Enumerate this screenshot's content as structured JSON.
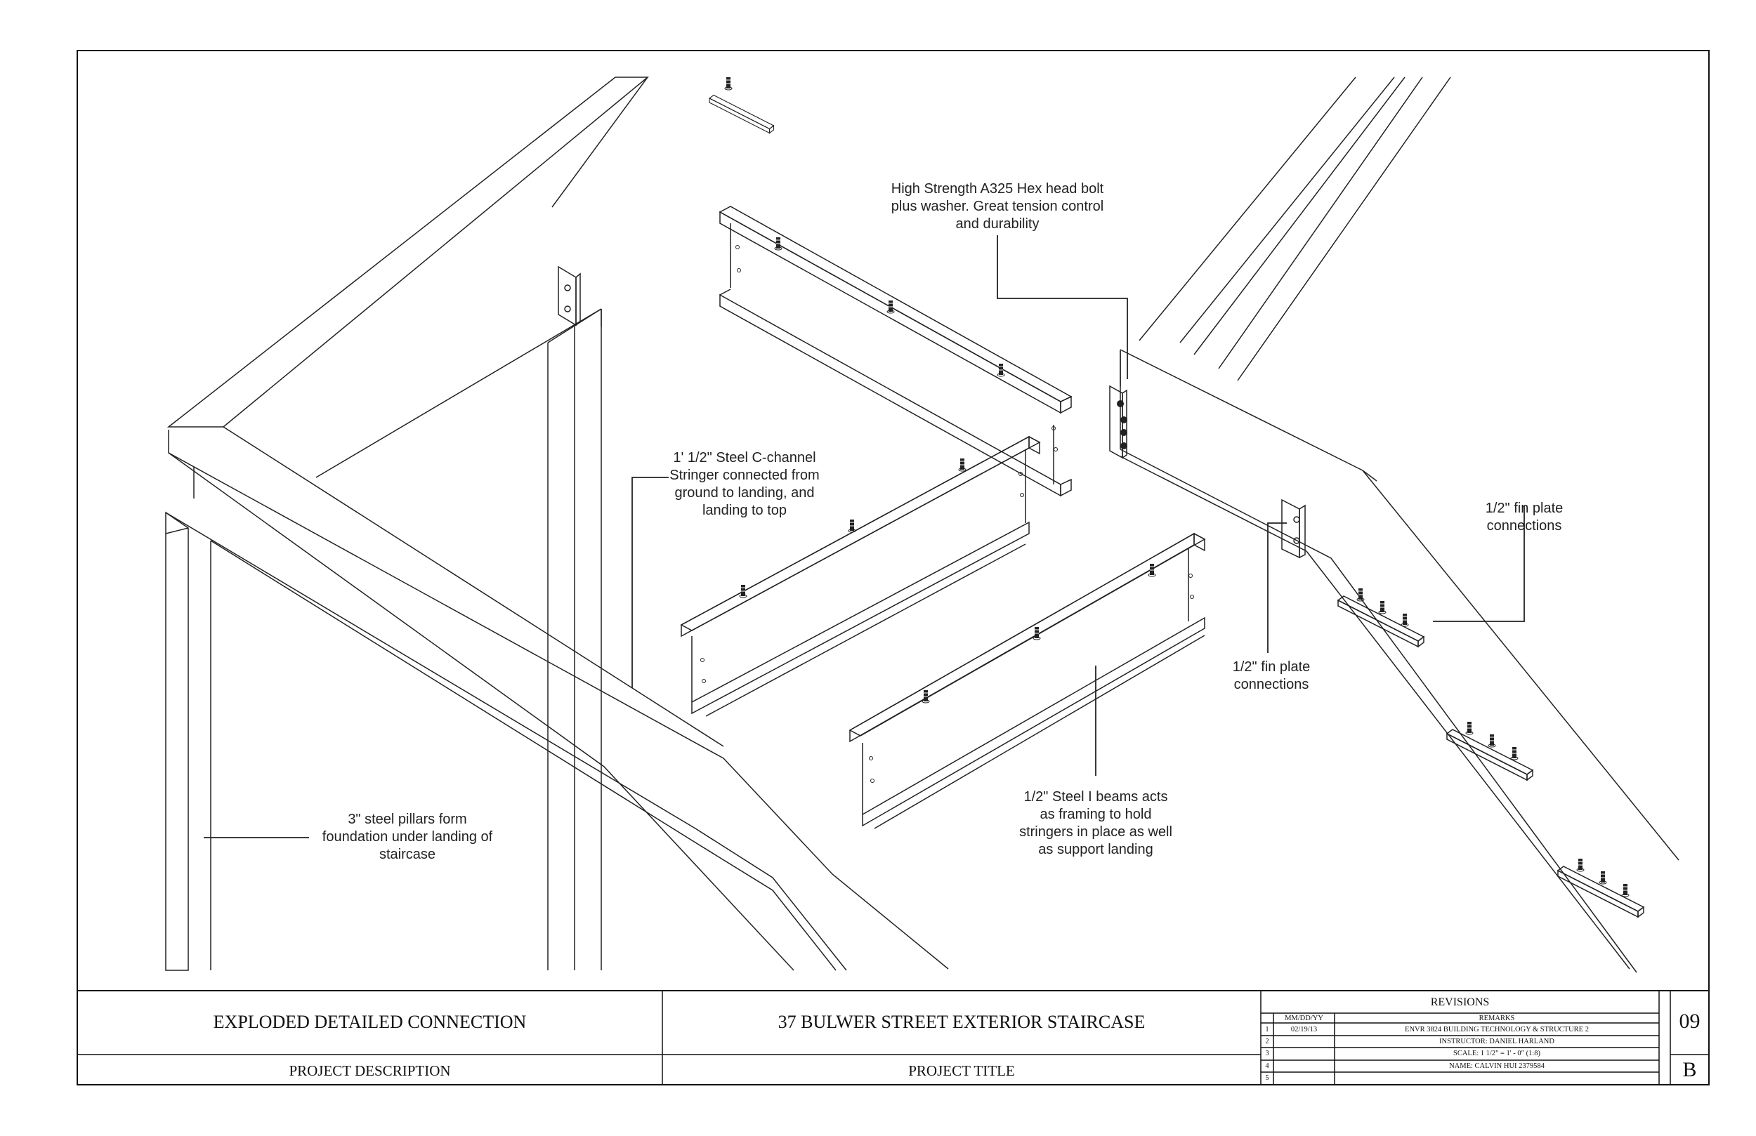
{
  "annotations": {
    "bolt": [
      "High Strength A325 Hex head bolt",
      "plus washer. Great tension control",
      "and durability"
    ],
    "stringer": [
      "1' 1/2\" Steel C-channel",
      "Stringer connected from",
      "ground to landing, and",
      "landing to top"
    ],
    "fin_plate_right": [
      "1/2\" fin plate",
      "connections"
    ],
    "fin_plate_center": [
      "1/2\" fin plate",
      "connections"
    ],
    "ibeam": [
      "1/2\" Steel I beams acts",
      "as framing to hold",
      "stringers in place as well",
      "as support landing"
    ],
    "pillars": [
      "3\" steel pillars form",
      "foundation under landing of",
      "staircase"
    ]
  },
  "title_block": {
    "project_description": "EXPLODED DETAILED CONNECTION",
    "project_description_label": "PROJECT DESCRIPTION",
    "project_title": "37 BULWER STREET EXTERIOR STAIRCASE",
    "project_title_label": "PROJECT TITLE",
    "revisions": {
      "heading": "REVISIONS",
      "col_date": "MM/DD/YY",
      "col_remarks": "REMARKS",
      "rows": [
        {
          "num": "1",
          "date": "02/19/13",
          "remark": "ENVR 3824 BUILDING TECHNOLOGY & STRUCTURE 2"
        },
        {
          "num": "2",
          "date": "",
          "remark": "INSTRUCTOR: DANIEL HARLAND"
        },
        {
          "num": "3",
          "date": "",
          "remark": "SCALE: 1 1/2\" = 1' - 0\" (1:8)"
        },
        {
          "num": "4",
          "date": "",
          "remark": "NAME: CALVIN HUI 2379584"
        },
        {
          "num": "5",
          "date": "",
          "remark": ""
        }
      ]
    },
    "sheet_number": "09",
    "sheet_letter": "B"
  }
}
